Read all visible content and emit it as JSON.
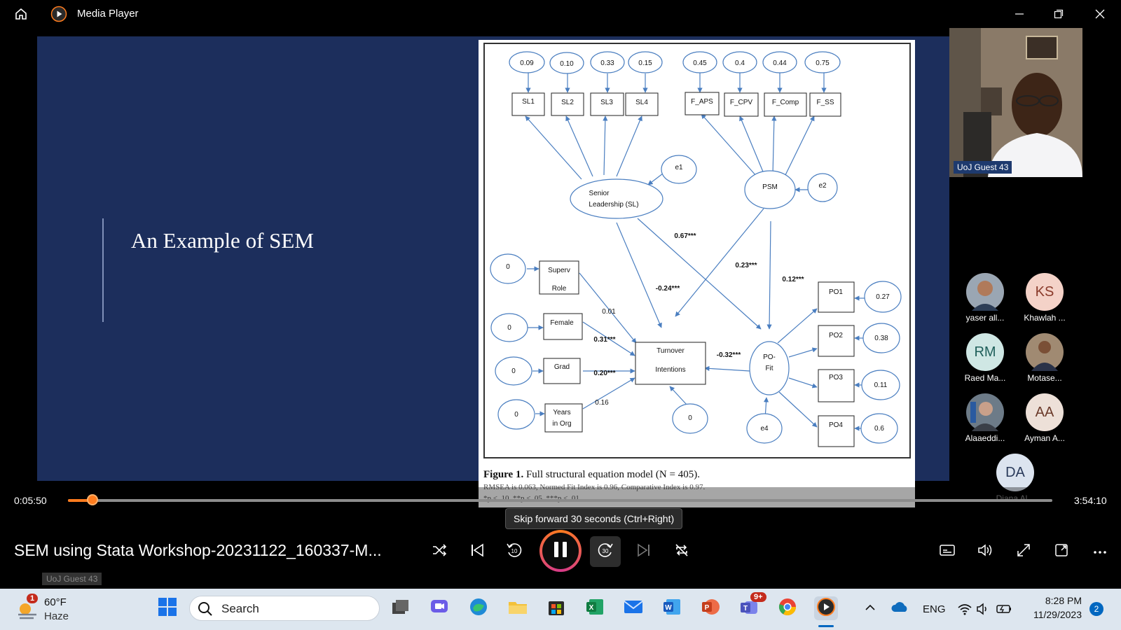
{
  "app": {
    "title": "Media Player"
  },
  "slide": {
    "title": "An Example of SEM",
    "figure": {
      "errors_top": [
        "0.09",
        "0.10",
        "0.33",
        "0.15",
        "0.45",
        "0.4",
        "0.44",
        "0.75"
      ],
      "indicators_top": [
        "SL1",
        "SL2",
        "SL3",
        "SL4",
        "F_APS",
        "F_CPV",
        "F_Comp",
        "F_SS"
      ],
      "sl_line1": "Senior",
      "sl_line2": "Leadership (SL)",
      "psm": "PSM",
      "e1": "e1",
      "e2": "e2",
      "e4": "e4",
      "superv1": "Superv",
      "superv2": "Role",
      "female": "Female",
      "grad": "Grad",
      "years1": "Years",
      "years2": "in Org",
      "turnover1": "Turnover",
      "turnover2": "Intentions",
      "pofit1": "PO-",
      "pofit2": "Fit",
      "zero": "0",
      "po_items": [
        "PO1",
        "PO2",
        "PO3",
        "PO4"
      ],
      "po_errors": [
        "0.27",
        "0.38",
        "0.11",
        "0.6"
      ],
      "coef_067": "0.67***",
      "coef_023": "0.23***",
      "coef_012": "0.12***",
      "coef_024": "-0.24***",
      "coef_001": "0.01",
      "coef_031": "0.31***",
      "coef_020": "0.20***",
      "coef_016": "0.16",
      "coef_032": "-0.32***"
    },
    "caption_bold": "Figure 1.",
    "caption_rest": " Full structural equation model (N = 405).",
    "caption_line2": "RMSEA is 0.063, Normed Fit Index is 0.96, Comparative Index is 0.97.",
    "caption_line3": "*p < .10, **p < .05, ***p < .01."
  },
  "participants": {
    "video_label": "UoJ Guest 43",
    "list": [
      {
        "initials": "",
        "name": "yaser all...",
        "color": "#6b4a3a"
      },
      {
        "initials": "KS",
        "name": "Khawlah ...",
        "color": "#f4d2c8"
      },
      {
        "initials": "RM",
        "name": "Raed Ma...",
        "color": "#cfe7e4"
      },
      {
        "initials": "",
        "name": "Motase...",
        "color": "#4a3a6b"
      },
      {
        "initials": "",
        "name": "Alaaeddi...",
        "color": "#6d7b88"
      },
      {
        "initials": "AA",
        "name": "Ayman A...",
        "color": "#ede0d8"
      },
      {
        "initials": "DA",
        "name": "Diana Al...",
        "color": "#dce4ef"
      }
    ]
  },
  "player": {
    "current_time": "0:05:50",
    "total_time": "3:54:10",
    "progress_fraction": 0.025,
    "tooltip": "Skip forward 30 seconds (Ctrl+Right)",
    "media_title": "SEM using Stata Workshop-20231122_160337-M...",
    "ghost_label": "UoJ Guest 43",
    "accent": "#ff7c1e"
  },
  "taskbar": {
    "weather_temp": "60°F",
    "weather_desc": "Haze",
    "weather_badge": "1",
    "search_placeholder": "Search",
    "teams_badge": "9+",
    "language": "ENG",
    "time": "8:28 PM",
    "date": "11/29/2023",
    "notification_count": "2"
  }
}
